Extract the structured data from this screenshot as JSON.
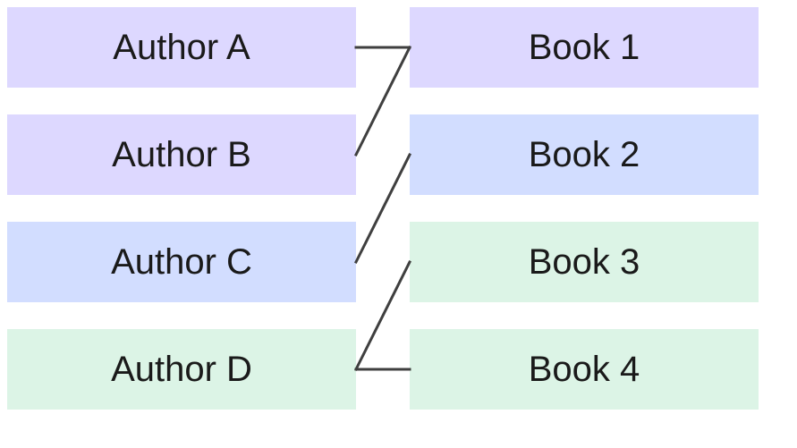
{
  "colors": {
    "purple": "#ddd8ff",
    "blue": "#d2ddff",
    "green": "#dcf4e6",
    "connector": "#3f3f3f",
    "text": "#1a1a1a"
  },
  "authors": [
    {
      "label": "Author A",
      "color": "purple"
    },
    {
      "label": "Author B",
      "color": "purple"
    },
    {
      "label": "Author C",
      "color": "blue"
    },
    {
      "label": "Author D",
      "color": "green"
    }
  ],
  "books": [
    {
      "label": "Book 1",
      "color": "purple"
    },
    {
      "label": "Book 2",
      "color": "blue"
    },
    {
      "label": "Book 3",
      "color": "green"
    },
    {
      "label": "Book 4",
      "color": "green"
    }
  ],
  "connections": [
    {
      "from": "Author A",
      "to": "Book 1"
    },
    {
      "from": "Author B",
      "to": "Book 1"
    },
    {
      "from": "Author C",
      "to": "Book 2"
    },
    {
      "from": "Author D",
      "to": "Book 3"
    },
    {
      "from": "Author D",
      "to": "Book 4"
    }
  ]
}
